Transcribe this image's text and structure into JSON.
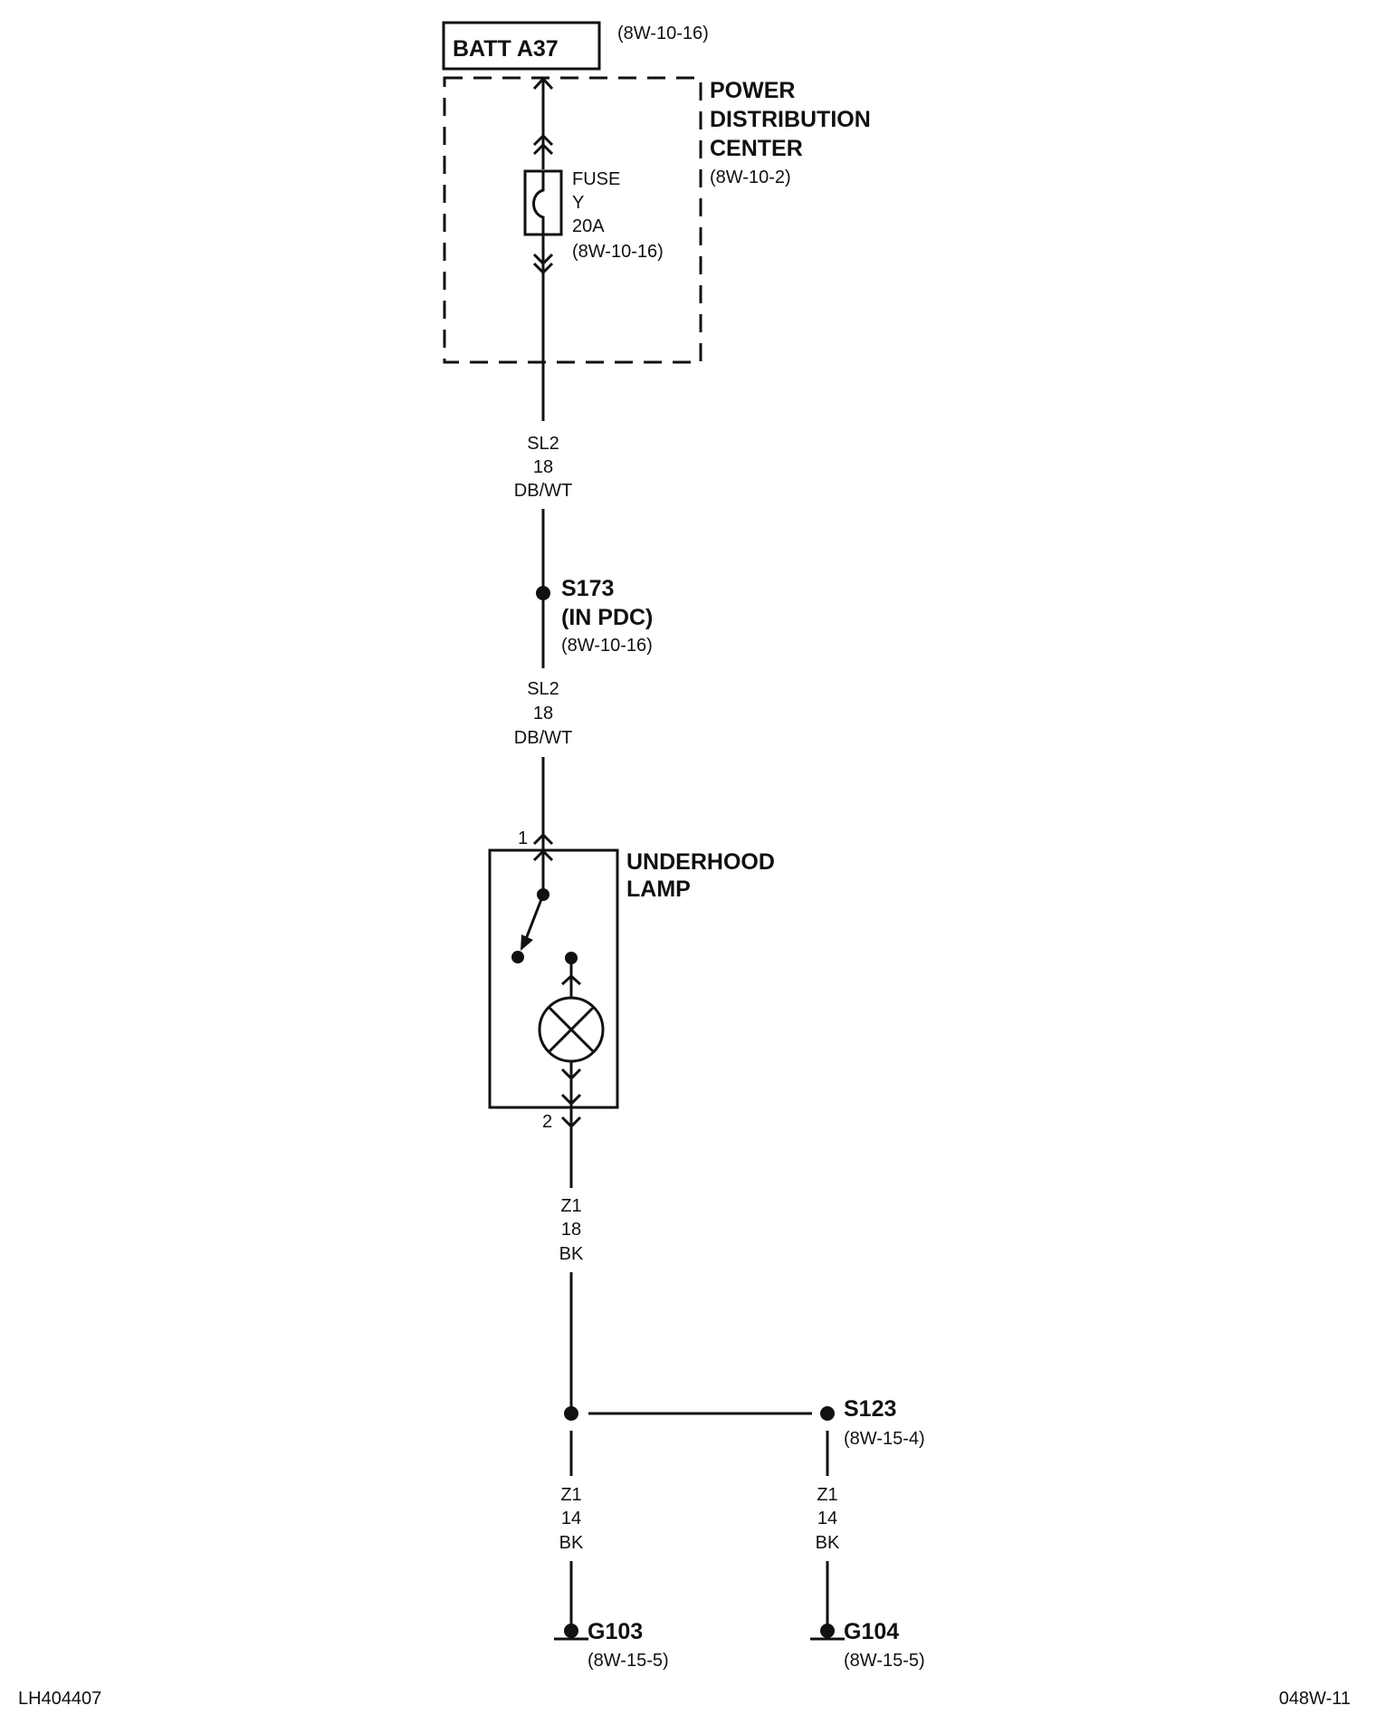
{
  "battery": {
    "label": "BATT A37",
    "ref": "(8W-10-16)"
  },
  "pdc": {
    "line1": "POWER",
    "line2": "DISTRIBUTION",
    "line3": "CENTER",
    "ref": "(8W-10-2)"
  },
  "fuse": {
    "label": "FUSE",
    "id": "Y",
    "rating": "20A",
    "ref": "(8W-10-16)"
  },
  "wire_top": {
    "circuit": "SL2",
    "gauge": "18",
    "color": "DB/WT"
  },
  "splice_s173": {
    "name": "S173",
    "location": "(IN PDC)",
    "ref": "(8W-10-16)"
  },
  "wire_mid": {
    "circuit": "SL2",
    "gauge": "18",
    "color": "DB/WT"
  },
  "lamp": {
    "line1": "UNDERHOOD",
    "line2": "LAMP",
    "pin_in": "1",
    "pin_out": "2"
  },
  "wire_lamp_out": {
    "circuit": "Z1",
    "gauge": "18",
    "color": "BK"
  },
  "splice_s123": {
    "name": "S123",
    "ref": "(8W-15-4)"
  },
  "wire_g103": {
    "circuit": "Z1",
    "gauge": "14",
    "color": "BK"
  },
  "wire_g104": {
    "circuit": "Z1",
    "gauge": "14",
    "color": "BK"
  },
  "ground_g103": {
    "name": "G103",
    "ref": "(8W-15-5)"
  },
  "ground_g104": {
    "name": "G104",
    "ref": "(8W-15-5)"
  },
  "footer": {
    "left_code": "LH404407",
    "right_code": "048W-11"
  }
}
